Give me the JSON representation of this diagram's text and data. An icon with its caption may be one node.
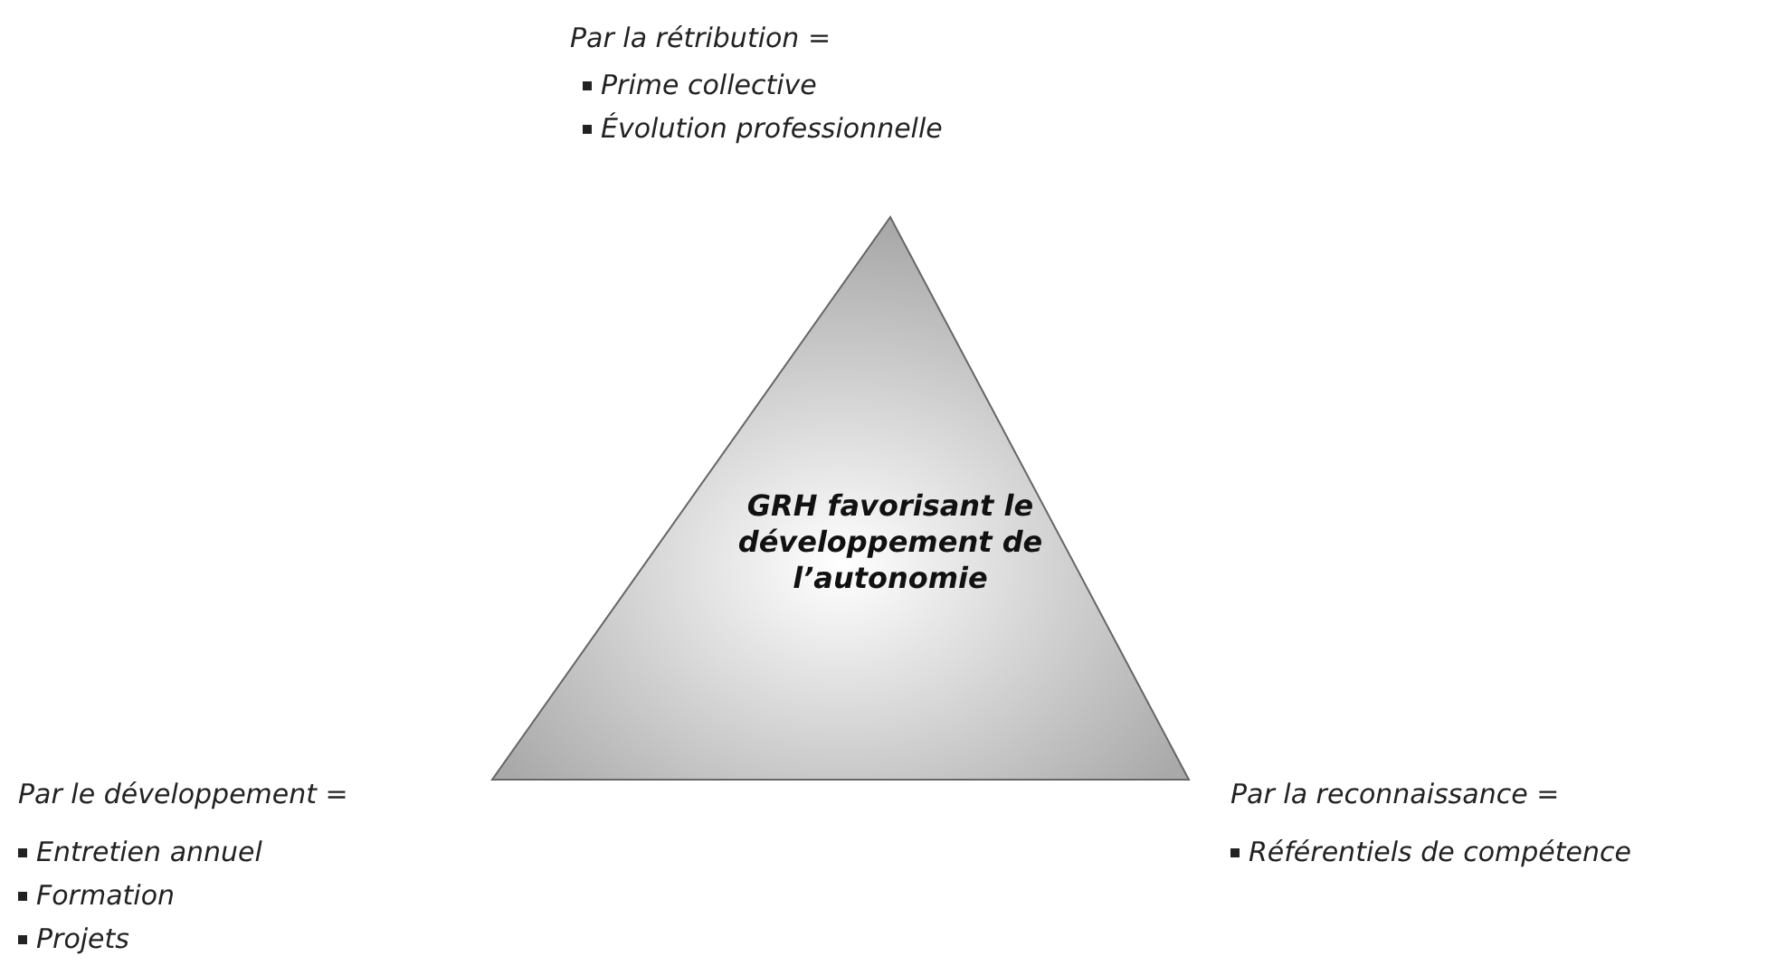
{
  "diagram": {
    "nodes": [
      {
        "text": [
          "GRH favorisant le développement de l’autonomie"
        ]
      }
    ],
    "edges": [],
    "labels": [
      "Par la rétribution =",
      "Prime collective",
      "Évolution professionnelle",
      "Par le développement =",
      "Entretien annuel",
      "Formation",
      "Projets",
      "Par la reconnaissance =",
      "Référentiels de compétence"
    ]
  }
}
